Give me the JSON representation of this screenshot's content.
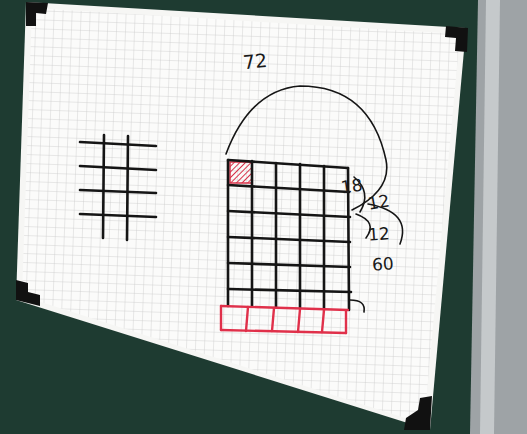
{
  "diagram": {
    "labels": [
      "72",
      "18",
      "12",
      "12",
      "60"
    ]
  }
}
